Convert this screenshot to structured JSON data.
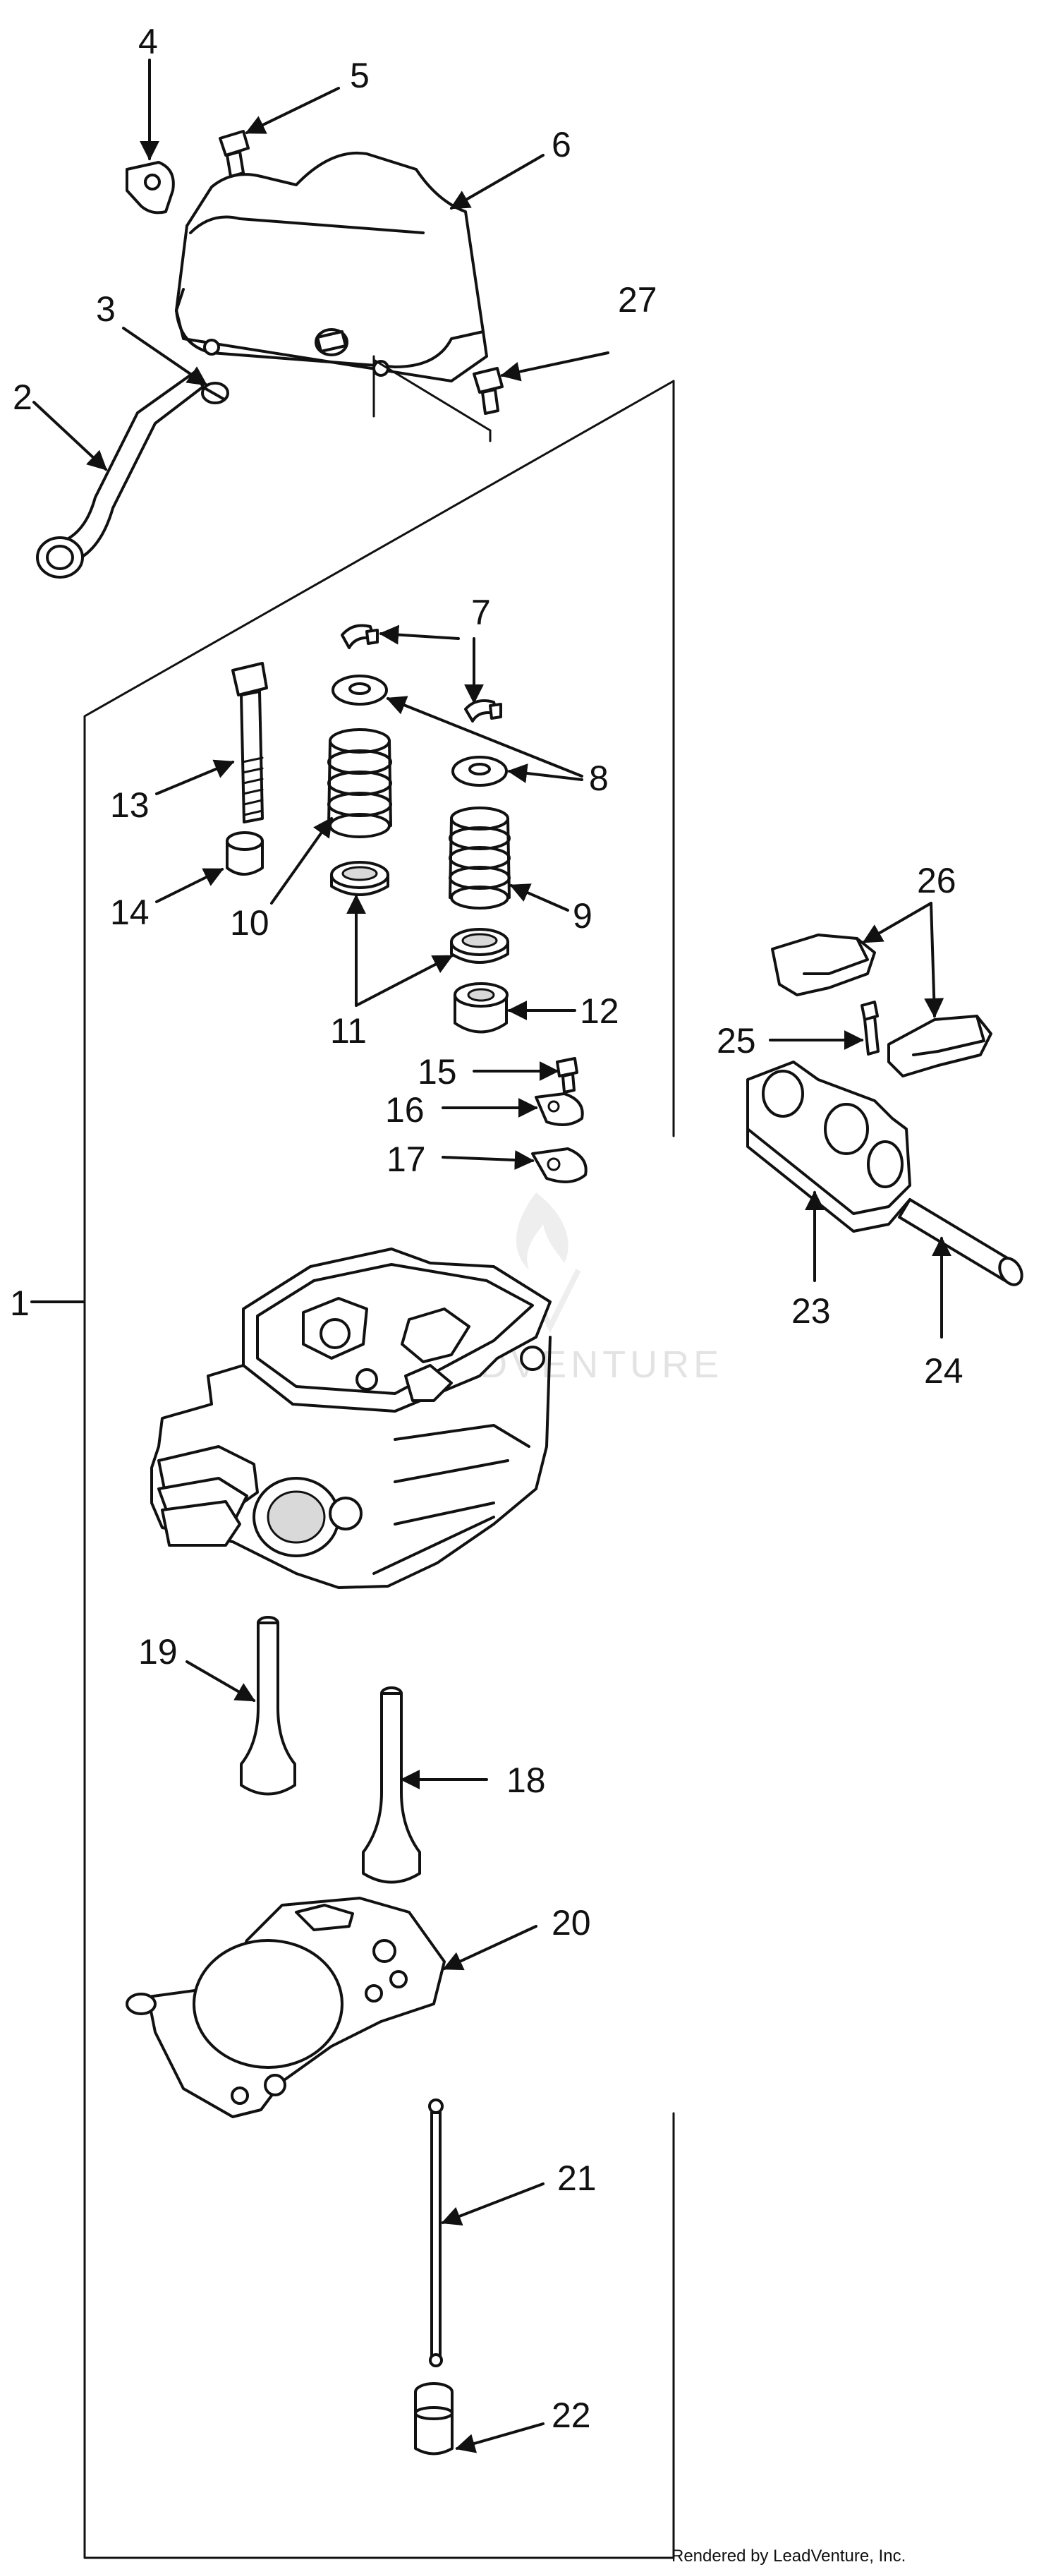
{
  "callouts": [
    {
      "id": "c1",
      "label": "1"
    },
    {
      "id": "c2",
      "label": "2"
    },
    {
      "id": "c3",
      "label": "3"
    },
    {
      "id": "c4",
      "label": "4"
    },
    {
      "id": "c5",
      "label": "5"
    },
    {
      "id": "c6",
      "label": "6"
    },
    {
      "id": "c7",
      "label": "7"
    },
    {
      "id": "c8",
      "label": "8"
    },
    {
      "id": "c9",
      "label": "9"
    },
    {
      "id": "c10",
      "label": "10"
    },
    {
      "id": "c11",
      "label": "11"
    },
    {
      "id": "c12",
      "label": "12"
    },
    {
      "id": "c13",
      "label": "13"
    },
    {
      "id": "c14",
      "label": "14"
    },
    {
      "id": "c15",
      "label": "15"
    },
    {
      "id": "c16",
      "label": "16"
    },
    {
      "id": "c17",
      "label": "17"
    },
    {
      "id": "c18",
      "label": "18"
    },
    {
      "id": "c19",
      "label": "19"
    },
    {
      "id": "c20",
      "label": "20"
    },
    {
      "id": "c21",
      "label": "21"
    },
    {
      "id": "c22",
      "label": "22"
    },
    {
      "id": "c23",
      "label": "23"
    },
    {
      "id": "c24",
      "label": "24"
    },
    {
      "id": "c25",
      "label": "25"
    },
    {
      "id": "c26",
      "label": "26"
    },
    {
      "id": "c27",
      "label": "27"
    }
  ],
  "watermark": {
    "text": "LEADVENTURE",
    "logo": "flame-logo-icon"
  },
  "credit": "Rendered by LeadVenture, Inc."
}
